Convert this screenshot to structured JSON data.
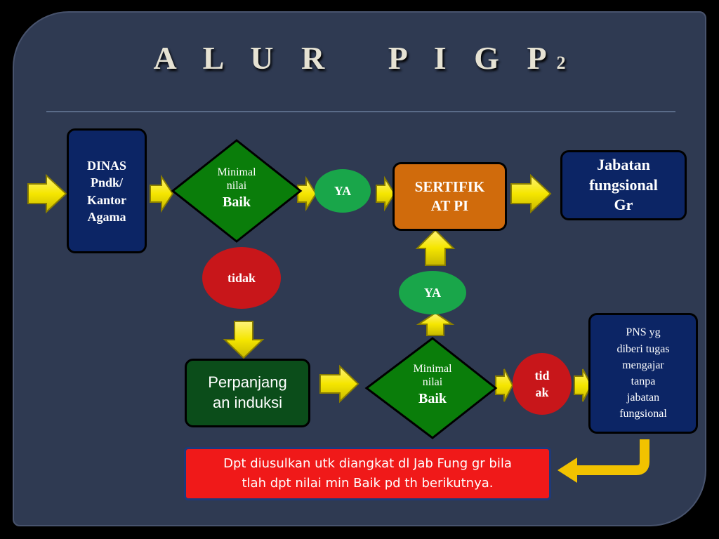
{
  "title": {
    "main": "A L U R   P I G P",
    "suffix": "2"
  },
  "nodes": {
    "dinas": "DINAS\nPndk/\nKantor\nAgama",
    "decision_top": {
      "line1": "Minimal",
      "line2": "nilai",
      "line3": "Baik"
    },
    "ya_top": "YA",
    "sertifikat": "SERTIFIK\nAT PI",
    "jabatan": "Jabatan\nfungsional\nGr",
    "tidak_top": "tidak",
    "ya_middle": "YA",
    "perpanjangan": "Perpanjang\nan induksi",
    "decision_bottom": {
      "line1": "Minimal",
      "line2": "nilai",
      "line3": "Baik"
    },
    "tidak_bottom": "tid\nak",
    "pns": "PNS yg\ndiberi tugas\nmengajar\ntanpa\njabatan\nfungsional",
    "note": "Dpt diusulkan utk diangkat dl Jab Fung gr bila\ntlah dpt nilai min Baik pd th berikutnya."
  }
}
